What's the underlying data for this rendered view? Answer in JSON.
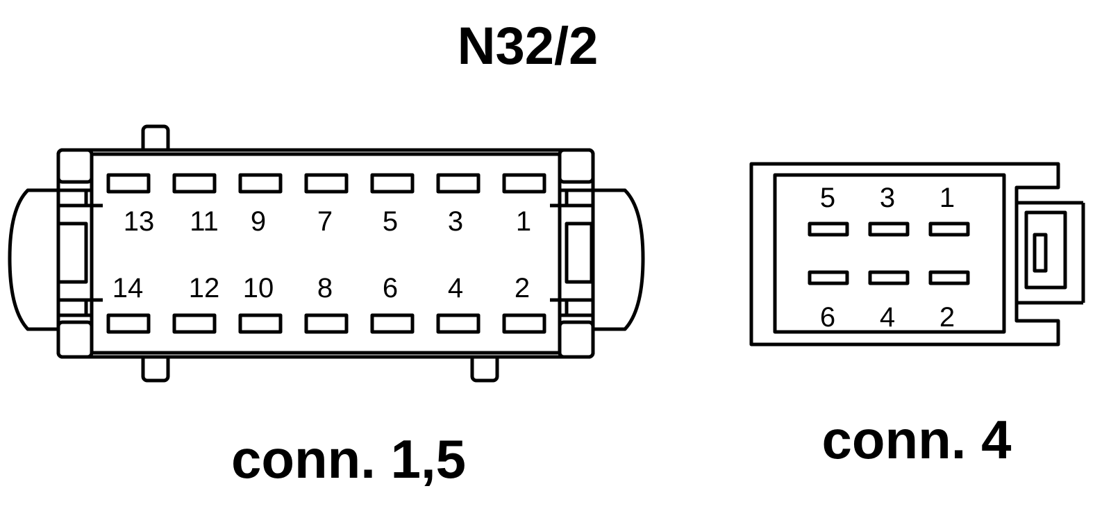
{
  "title": "N32/2",
  "connectors": [
    {
      "caption": "conn. 1,5",
      "top_row_pins": [
        "13",
        "11",
        "9",
        "7",
        "5",
        "3",
        "1"
      ],
      "bottom_row_pins": [
        "14",
        "12",
        "10",
        "8",
        "6",
        "4",
        "2"
      ]
    },
    {
      "caption": "conn. 4",
      "top_row_pins": [
        "5",
        "3",
        "1"
      ],
      "bottom_row_pins": [
        "6",
        "4",
        "2"
      ]
    }
  ]
}
